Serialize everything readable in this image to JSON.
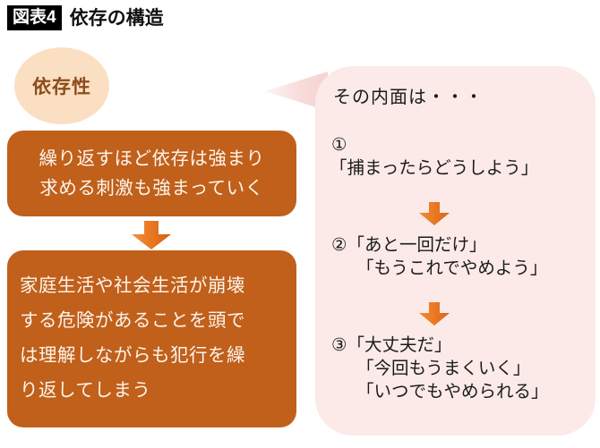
{
  "header": {
    "badge": "図表4",
    "title": "依存の構造"
  },
  "left_column": {
    "circle_label": "依存性",
    "box_repeat": {
      "lines": [
        "繰り返すほど依存は強まり",
        "求める刺激も強まっていく"
      ]
    },
    "arrow_icon": "down-block-arrow",
    "box_collapse": {
      "lines": [
        "家庭生活や社会生活が崩壊",
        "する危険があることを頭で",
        "は理解しながらも犯行を繰",
        "り返してしまう"
      ]
    }
  },
  "right_panel": {
    "intro": "その内面は・・・",
    "items": [
      {
        "number": "①",
        "quotes": [
          "「捕まったらどうしよう」"
        ]
      },
      {
        "number": "②",
        "quotes": [
          "「あと一回だけ」",
          "「もうこれでやめよう」"
        ]
      },
      {
        "number": "③",
        "quotes": [
          "「大丈夫だ」",
          "「今回もうまくいく」",
          "「いつでもやめられる」"
        ]
      }
    ],
    "arrow_icon": "down-block-arrow"
  },
  "colors": {
    "box_orange": "#C0601B",
    "arrow_orange": "#E8761F",
    "circle_peach": "#FBDFC2",
    "panel_pink": "#FBEAE8",
    "circle_text_brown": "#8C4C1E",
    "badge_black": "#000000"
  }
}
